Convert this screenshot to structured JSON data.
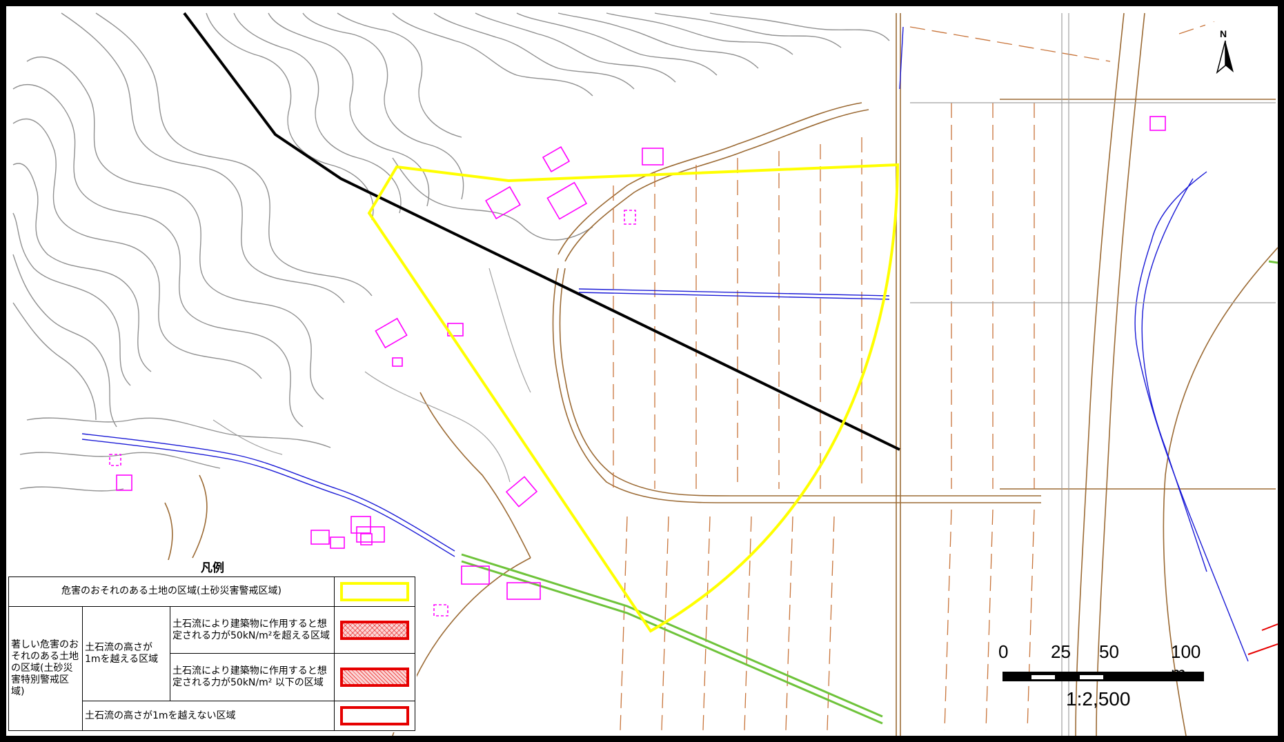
{
  "legend": {
    "title": "凡例",
    "warning_area": "危害のおそれのある土地の区域(土砂災害警戒区域)",
    "special_area_group": "著しい危害のおそれのある土地の区域(土砂災害特別警戒区域)",
    "height_over_1m": "土石流の高さが1mを越える区域",
    "force_over_50": "土石流により建築物に作用すると想定される力が50kN/m²を超える区域",
    "force_under_50": "土石流により建築物に作用すると想定される力が50kN/m² 以下の区域",
    "height_under_1m": "土石流の高さが1mを越えない区域"
  },
  "scale": {
    "tick_0": "0",
    "tick_25": "25",
    "tick_50": "50",
    "tick_100": "100 m",
    "ratio": "1:2,500"
  },
  "north": {
    "label": "N"
  },
  "colors": {
    "warning_zone": "#ffff00",
    "special_zone": "#e60000",
    "building": "#ff00ff",
    "road": "#8b5a2b",
    "water": "#0000cc",
    "contour": "#808080",
    "railway": "#66cc33",
    "axis_line": "#000000"
  },
  "icons": [
    "north-arrow-icon"
  ]
}
